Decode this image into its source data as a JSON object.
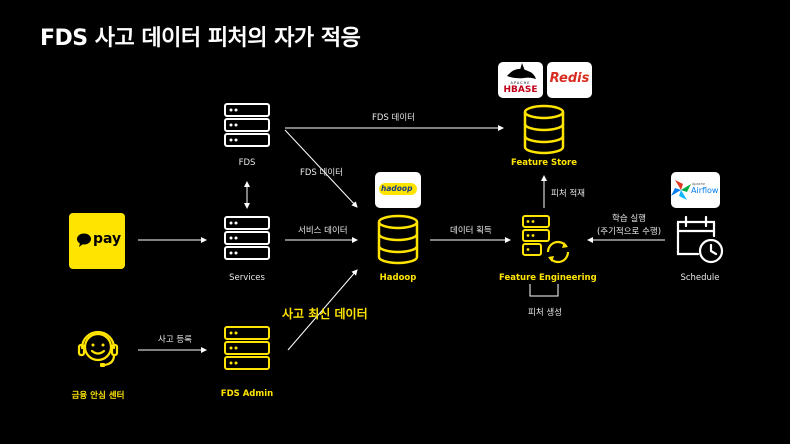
{
  "title": "FDS 사고 데이터 피처의 자가 적응",
  "nodes": {
    "pay": {
      "logo_text": "pay",
      "icon": "speech-bubble-icon"
    },
    "fds": {
      "label": "FDS",
      "icon": "server-stack-icon"
    },
    "services": {
      "label": "Services",
      "icon": "server-stack-icon"
    },
    "fds_admin": {
      "label": "FDS Admin",
      "icon": "server-stack-icon"
    },
    "center": {
      "label": "금융 안심 센터",
      "icon": "headset-agent-icon"
    },
    "hadoop": {
      "label": "Hadoop",
      "icon": "database-icon",
      "logo_text": "hadoop"
    },
    "feature_store": {
      "label": "Feature Store",
      "icon": "database-icon"
    },
    "feature_engineering": {
      "label": "Feature Engineering",
      "icon": "server-refresh-icon"
    },
    "schedule": {
      "label": "Schedule",
      "icon": "calendar-clock-icon",
      "logo_text": "Airflow",
      "logo_subtext": "Apache"
    },
    "hbase": {
      "logo_text": "HBASE",
      "logo_subtext": "APACHE"
    },
    "redis": {
      "logo_text": "Redis"
    }
  },
  "edges": {
    "fds_data_top": "FDS 데이터",
    "fds_data_diag": "FDS 데이터",
    "service_data": "서비스 데이터",
    "data_get": "데이터 획득",
    "feature_load": "피처 적재",
    "train_line1": "학습 실행",
    "train_line2": "(주기적으로 수행)",
    "accident_reg": "사고 등록",
    "feature_gen": "피처 생성",
    "latest_accident": "사고 최신 데이터"
  },
  "colors": {
    "accent": "#FFE400",
    "line": "#FFFFFF",
    "background": "#000000"
  }
}
